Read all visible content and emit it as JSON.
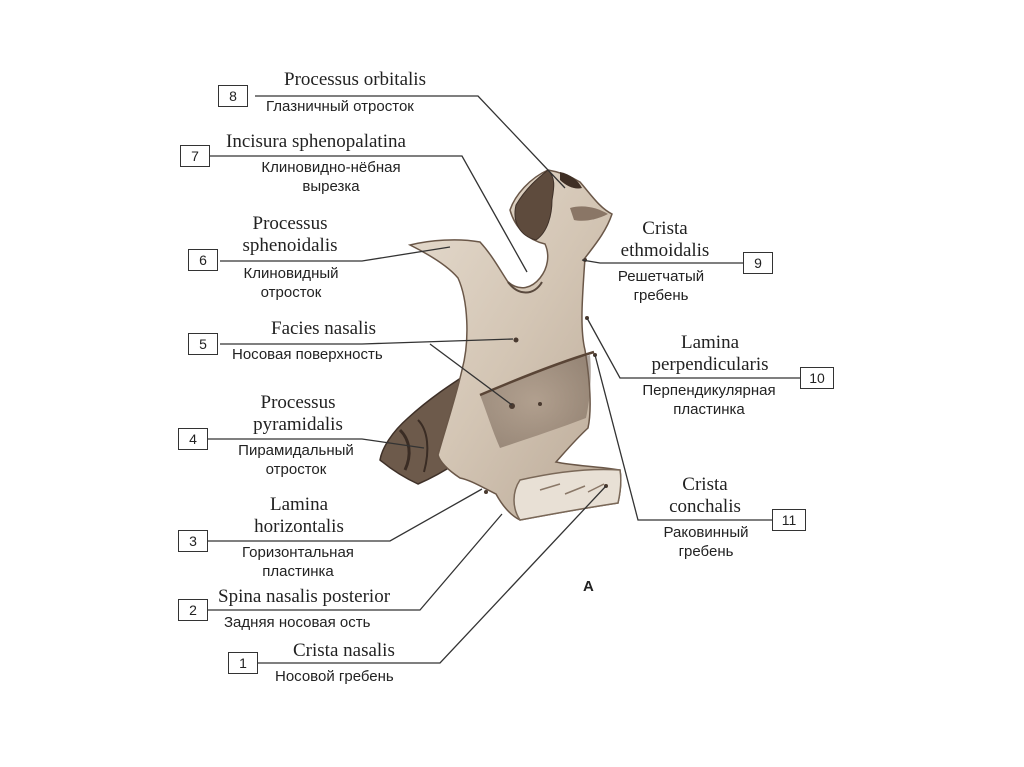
{
  "figure_label": "А",
  "labels": {
    "l1": {
      "number": "1",
      "latin": "Crista nasalis",
      "russian": "Носовой гребень"
    },
    "l2": {
      "number": "2",
      "latin": "Spina nasalis posterior",
      "russian": "Задняя носовая ость"
    },
    "l3": {
      "number": "3",
      "latin": [
        "Lamina",
        "horizontalis"
      ],
      "russian": [
        "Горизонтальная",
        "пластинка"
      ]
    },
    "l4": {
      "number": "4",
      "latin": [
        "Processus",
        "pyramidalis"
      ],
      "russian": [
        "Пирамидальный",
        "отросток"
      ]
    },
    "l5": {
      "number": "5",
      "latin": "Facies nasalis",
      "russian": "Носовая поверхность"
    },
    "l6": {
      "number": "6",
      "latin": [
        "Processus",
        "sphenoidalis"
      ],
      "russian": [
        "Клиновидный",
        "отросток"
      ]
    },
    "l7": {
      "number": "7",
      "latin": "Incisura sphenopalatina",
      "russian": [
        "Клиновидно-нёбная",
        "вырезка"
      ]
    },
    "l8": {
      "number": "8",
      "latin": "Processus orbitalis",
      "russian": "Глазничный отросток"
    },
    "l9": {
      "number": "9",
      "latin": [
        "Crista",
        "ethmoidalis"
      ],
      "russian": [
        "Решетчатый",
        "гребень"
      ]
    },
    "l10": {
      "number": "10",
      "latin": [
        "Lamina",
        "perpendicularis"
      ],
      "russian": [
        "Перпендикулярная",
        "пластинка"
      ]
    },
    "l11": {
      "number": "11",
      "latin": [
        "Crista",
        "conchalis"
      ],
      "russian": [
        "Раковинный",
        "гребень"
      ]
    }
  },
  "colors": {
    "bone_fill": "#d9cdbf",
    "bone_shadow": "#8a7767",
    "bone_dark": "#4a3a30",
    "leader": "#333333"
  }
}
